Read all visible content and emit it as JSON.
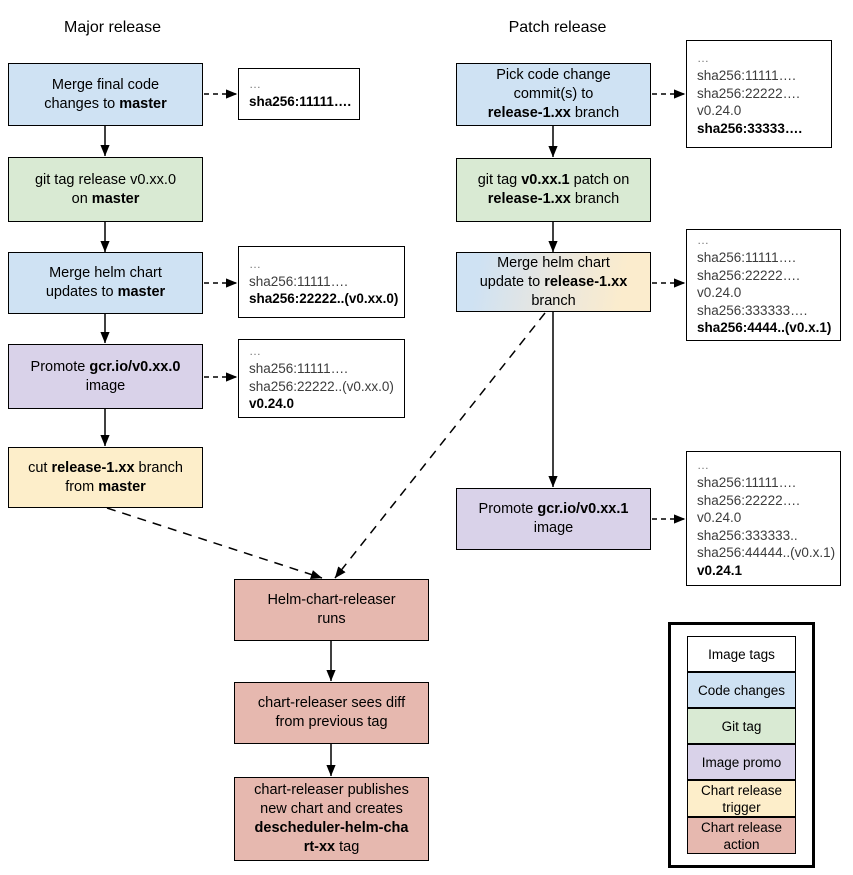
{
  "columns": {
    "left_title": "Major release",
    "right_title": "Patch release"
  },
  "major": {
    "nodes": [
      {
        "id": "merge-final-code",
        "html": "Merge final code<br>changes to <b>master</b>",
        "type": "Code changes"
      },
      {
        "id": "git-tag-release",
        "html": "git tag release v0.xx.0<br>on <b>master</b>",
        "type": "Git tag"
      },
      {
        "id": "merge-helm-chart-master",
        "html": "Merge helm chart<br>updates to <b>master</b>",
        "type": "Code changes"
      },
      {
        "id": "promote-image-major",
        "html": "Promote <b>gcr.io/v0.xx.0</b><br>image",
        "type": "Image promo"
      },
      {
        "id": "cut-release-branch",
        "html": "cut <b>release-1.xx</b> branch<br>from <b>master</b>",
        "type": "Chart release trigger"
      }
    ],
    "tagboxes": [
      {
        "id": "tags-major-1",
        "lines": [
          {
            "t": "…",
            "b": false,
            "dots": true
          },
          {
            "t": "sha256:11111….",
            "b": true
          }
        ]
      },
      {
        "id": "tags-major-2",
        "lines": [
          {
            "t": "…",
            "b": false,
            "dots": true
          },
          {
            "t": "sha256:11111….",
            "b": false
          },
          {
            "t": "sha256:22222..(v0.xx.0)",
            "b": true
          }
        ]
      },
      {
        "id": "tags-major-3",
        "lines": [
          {
            "t": "…",
            "b": false,
            "dots": true
          },
          {
            "t": "sha256:11111….",
            "b": false
          },
          {
            "t": "sha256:22222..(v0.xx.0)",
            "b": false
          },
          {
            "t": "v0.24.0",
            "b": true
          }
        ]
      }
    ]
  },
  "patch": {
    "nodes": [
      {
        "id": "pick-code-change",
        "html": "Pick code change<br>commit(s) to<br><b>release-1.xx</b> branch",
        "type": "Code changes"
      },
      {
        "id": "git-tag-patch",
        "html": "git tag <b>v0.xx.1</b> patch on<br><b>release-1.xx</b> branch",
        "type": "Git tag"
      },
      {
        "id": "merge-helm-chart-branch",
        "html": "Merge helm chart<br>update to <b>release-1.xx</b><br>branch",
        "type": "Code changes / Chart release trigger"
      },
      {
        "id": "promote-image-patch",
        "html": "Promote <b>gcr.io/v0.xx.1</b><br>image",
        "type": "Image promo"
      }
    ],
    "tagboxes": [
      {
        "id": "tags-patch-1",
        "lines": [
          {
            "t": "…",
            "b": false,
            "dots": true
          },
          {
            "t": "sha256:11111….",
            "b": false
          },
          {
            "t": "sha256:22222….",
            "b": false
          },
          {
            "t": "v0.24.0",
            "b": false
          },
          {
            "t": "sha256:33333….",
            "b": true
          }
        ]
      },
      {
        "id": "tags-patch-2",
        "lines": [
          {
            "t": "…",
            "b": false,
            "dots": true
          },
          {
            "t": "sha256:11111….",
            "b": false
          },
          {
            "t": "sha256:22222….",
            "b": false
          },
          {
            "t": "v0.24.0",
            "b": false
          },
          {
            "t": "sha256:333333….",
            "b": false
          },
          {
            "t": "sha256:4444..(v0.x.1)",
            "b": true
          }
        ]
      },
      {
        "id": "tags-patch-3",
        "lines": [
          {
            "t": "…",
            "b": false,
            "dots": true
          },
          {
            "t": "sha256:11111….",
            "b": false
          },
          {
            "t": "sha256:22222….",
            "b": false
          },
          {
            "t": "v0.24.0",
            "b": false
          },
          {
            "t": "sha256:333333..",
            "b": false
          },
          {
            "t": "sha256:44444..(v0.x.1)",
            "b": false
          },
          {
            "t": "v0.24.1",
            "b": true
          }
        ]
      }
    ]
  },
  "releaser": {
    "nodes": [
      {
        "id": "helm-chart-releaser-runs",
        "html": "Helm-chart-releaser<br>runs",
        "type": "Chart release action"
      },
      {
        "id": "chart-releaser-sees-diff",
        "html": "chart-releaser sees diff<br>from previous tag",
        "type": "Chart release action"
      },
      {
        "id": "chart-releaser-publishes",
        "html": "chart-releaser publishes<br>new chart and creates<br><b>descheduler-helm-cha</b><br><b>rt-xx</b> tag",
        "type": "Chart release action"
      }
    ]
  },
  "legend": {
    "items": [
      {
        "label": "Image tags",
        "color": "#ffffff"
      },
      {
        "label": "Code changes",
        "color": "#cfe2f3"
      },
      {
        "label": "Git tag",
        "color": "#d9ead3"
      },
      {
        "label": "Image promo",
        "color": "#d9d2e9"
      },
      {
        "label": "Chart release trigger",
        "color": "#fdeeca"
      },
      {
        "label": "Chart release action",
        "color": "#e6b8af"
      }
    ]
  },
  "palette": {
    "code_changes": "#cfe2f3",
    "git_tag": "#d9ead3",
    "image_promo": "#d9d2e9",
    "chart_release_trigger": "#fdeeca",
    "chart_release_action": "#e6b8af",
    "stroke": "#000000",
    "background": "#ffffff"
  }
}
